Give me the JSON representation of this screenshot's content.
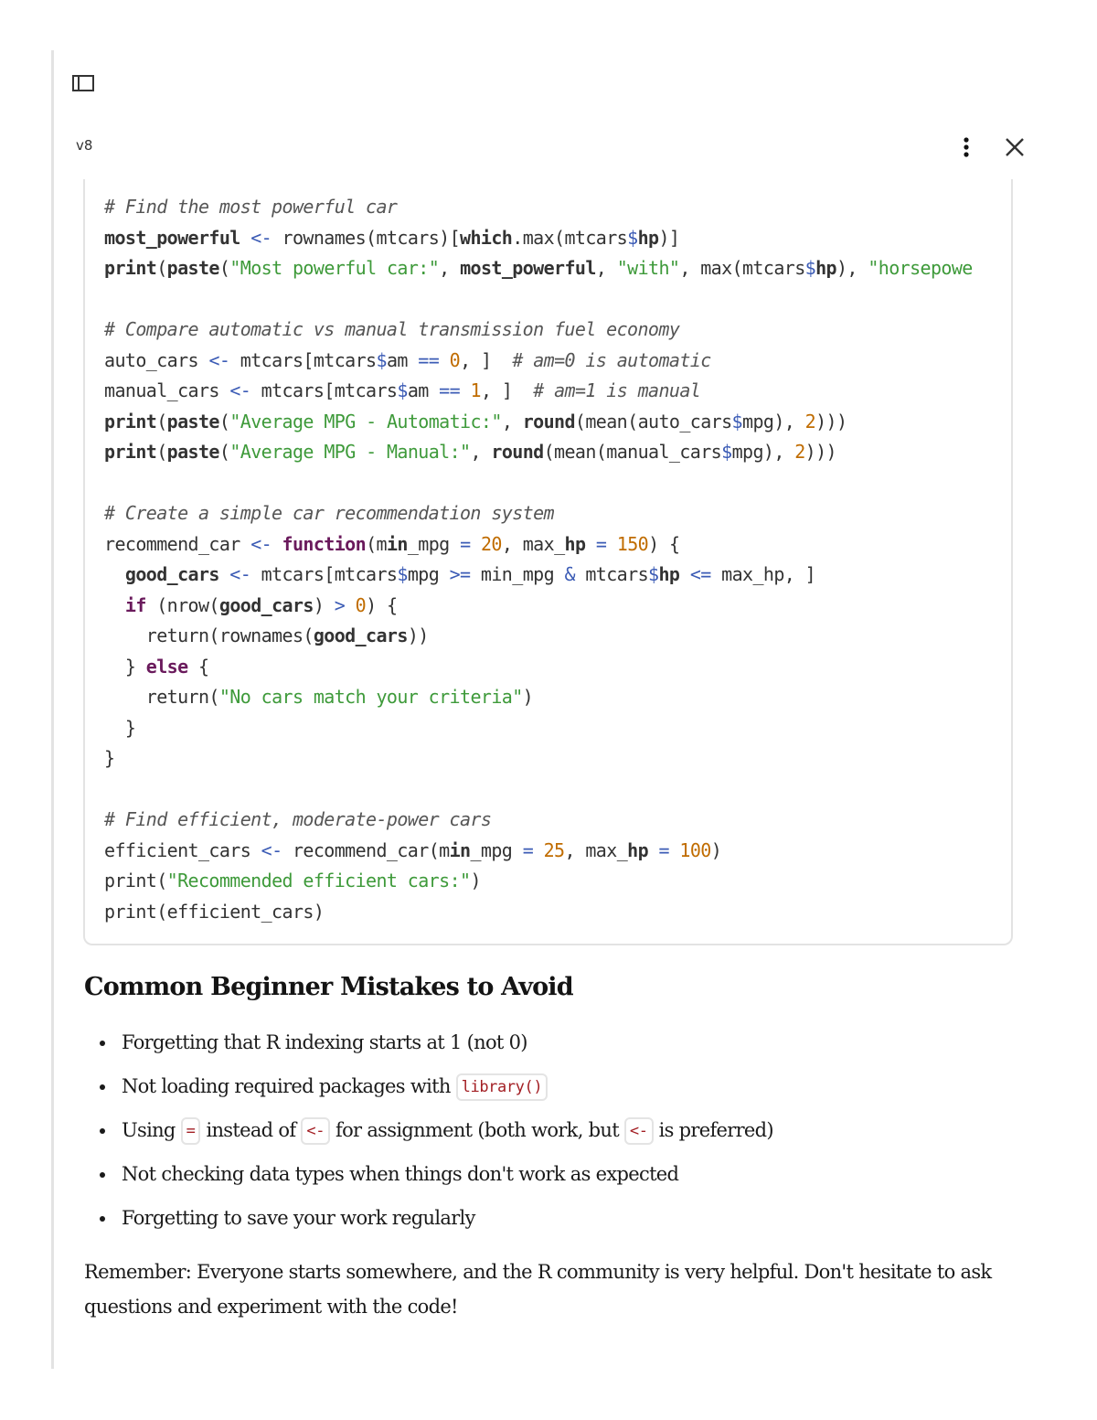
{
  "header": {
    "sidebar_toggle_icon": "sidebar-panel-icon",
    "version": "v8",
    "more_icon": "vertical-ellipsis-icon",
    "close_icon": "close-x-icon"
  },
  "code": {
    "language": "r",
    "lines": [
      "# Find the most powerful car",
      "most_powerful <- rownames(mtcars)[which.max(mtcars$hp)]",
      "print(paste(\"Most powerful car:\", most_powerful, \"with\", max(mtcars$hp), \"horsepowe",
      "",
      "# Compare automatic vs manual transmission fuel economy",
      "auto_cars <- mtcars[mtcars$am == 0, ]  # am=0 is automatic",
      "manual_cars <- mtcars[mtcars$am == 1, ]  # am=1 is manual",
      "print(paste(\"Average MPG - Automatic:\", round(mean(auto_cars$mpg), 2)))",
      "print(paste(\"Average MPG - Manual:\", round(mean(manual_cars$mpg), 2)))",
      "",
      "# Create a simple car recommendation system",
      "recommend_car <- function(min_mpg = 20, max_hp = 150) {",
      "  good_cars <- mtcars[mtcars$mpg >= min_mpg & mtcars$hp <= max_hp, ]",
      "  if (nrow(good_cars) > 0) {",
      "    return(rownames(good_cars))",
      "  } else {",
      "    return(\"No cars match your criteria\")",
      "  }",
      "}",
      "",
      "# Find efficient, moderate-power cars",
      "efficient_cars <- recommend_car(min_mpg = 25, max_hp = 100)",
      "print(\"Recommended efficient cars:\")",
      "print(efficient_cars)"
    ],
    "tokens": {
      "c1": "# Find the most powerful car",
      "l2a": "most_powerful",
      "l2b": "rownames(mtcars)[",
      "l2c": "which",
      "l2d": ".max(mtcars",
      "l2e": "hp",
      "l2f": ")]",
      "l3a": "print",
      "l3b": "(",
      "l3c": "paste",
      "l3d": "(",
      "l3e": "\"Most powerful car:\"",
      "l3f": ", ",
      "l3g": "most_powerful",
      "l3h": ", ",
      "l3i": "\"with\"",
      "l3j": ", max(mtcars",
      "l3k": "hp",
      "l3l": "), ",
      "l3m": "\"horsepowe",
      "c2": "# Compare automatic vs manual transmission fuel economy",
      "l5a": "auto_cars",
      "l5b": " mtcars[mtcars",
      "l5c": "am ",
      "l5d": "0",
      "l5e": ", ]  ",
      "l5f": "# am=0 is automatic",
      "l6a": "manual_cars",
      "l6b": " mtcars[mtcars",
      "l6c": "am ",
      "l6d": "1",
      "l6e": ", ]  ",
      "l6f": "# am=1 is manual",
      "l7a": "\"Average MPG - Automatic:\"",
      "l7b": "round",
      "l7c": "(mean(auto_cars",
      "l7d": "mpg), ",
      "l7e": "2",
      "l7f": ")))",
      "l8a": "\"Average MPG - Manual:\"",
      "l8b": "round",
      "l8c": "(mean(manual_cars",
      "l8d": "mpg), ",
      "l8e": "2",
      "l8f": ")))",
      "c3": "# Create a simple car recommendation system",
      "l10a": "recommend_car ",
      "l10b": "function",
      "l10c": "(m",
      "l10d": "in",
      "l10e": "_mpg ",
      "l10f": "20",
      "l10g": ", max_",
      "l10h": "hp",
      "l10i": "150",
      "l10j": ") {",
      "l11a": "  good_cars ",
      "l11b": " mtcars[mtcars",
      "l11c": "mpg ",
      "l11d": " min_mpg ",
      "l11e": " mtcars",
      "l11f": "hp",
      "l11g": " max_hp, ]",
      "l12a": "  ",
      "l12b": "if",
      "l12c": " (nrow(",
      "l12d": "good_cars",
      "l12e": ") ",
      "l12f": "0",
      "l12g": ") {",
      "l13a": "    return(rownames(",
      "l13b": "good_cars",
      "l13c": "))",
      "l14a": "  } ",
      "l14b": "else",
      "l14c": " {",
      "l15a": "    return(",
      "l15b": "\"No cars match your criteria\"",
      "l15c": ")",
      "l16": "  }",
      "l17": "}",
      "c4": "# Find efficient, moderate-power cars",
      "l19a": "efficient_cars ",
      "l19b": " recommend_car(m",
      "l19c": "in",
      "l19d": "_mpg ",
      "l19e": "25",
      "l19f": ", max_",
      "l19g": "hp",
      "l19h": "100",
      "l19i": ")",
      "l20a": "print(",
      "l20b": "\"Recommended efficient cars:\"",
      "l20c": ")",
      "l21": "print(efficient_cars)",
      "assign": "<-",
      "dollar": "$",
      "eq": "=",
      "eqeq": "==",
      "ge": ">=",
      "le": "<=",
      "gt": ">",
      "amp": "&"
    }
  },
  "section": {
    "heading": "Common Beginner Mistakes to Avoid",
    "items": [
      {
        "text": "Forgetting that R indexing starts at 1 (not 0)"
      },
      {
        "pre": "Not loading required packages with ",
        "code": "library()"
      },
      {
        "pre": "Using ",
        "code1": "=",
        "mid": " instead of ",
        "code2": "<-",
        "mid2": " for assignment (both work, but ",
        "code3": "<-",
        "post": " is preferred)"
      },
      {
        "text": "Not checking data types when things don't work as expected"
      },
      {
        "text": "Forgetting to save your work regularly"
      }
    ],
    "remember": "Remember: Everyone starts somewhere, and the R community is very helpful. Don't hesitate to ask questions and experiment with the code!"
  },
  "colors": {
    "comment": "#555555",
    "operator": "#3b5bb5",
    "string": "#3e9a3a",
    "number": "#c06c00",
    "keyword": "#6a1a5c",
    "inline_code": "#a31f24",
    "border": "#e3e3e3"
  }
}
